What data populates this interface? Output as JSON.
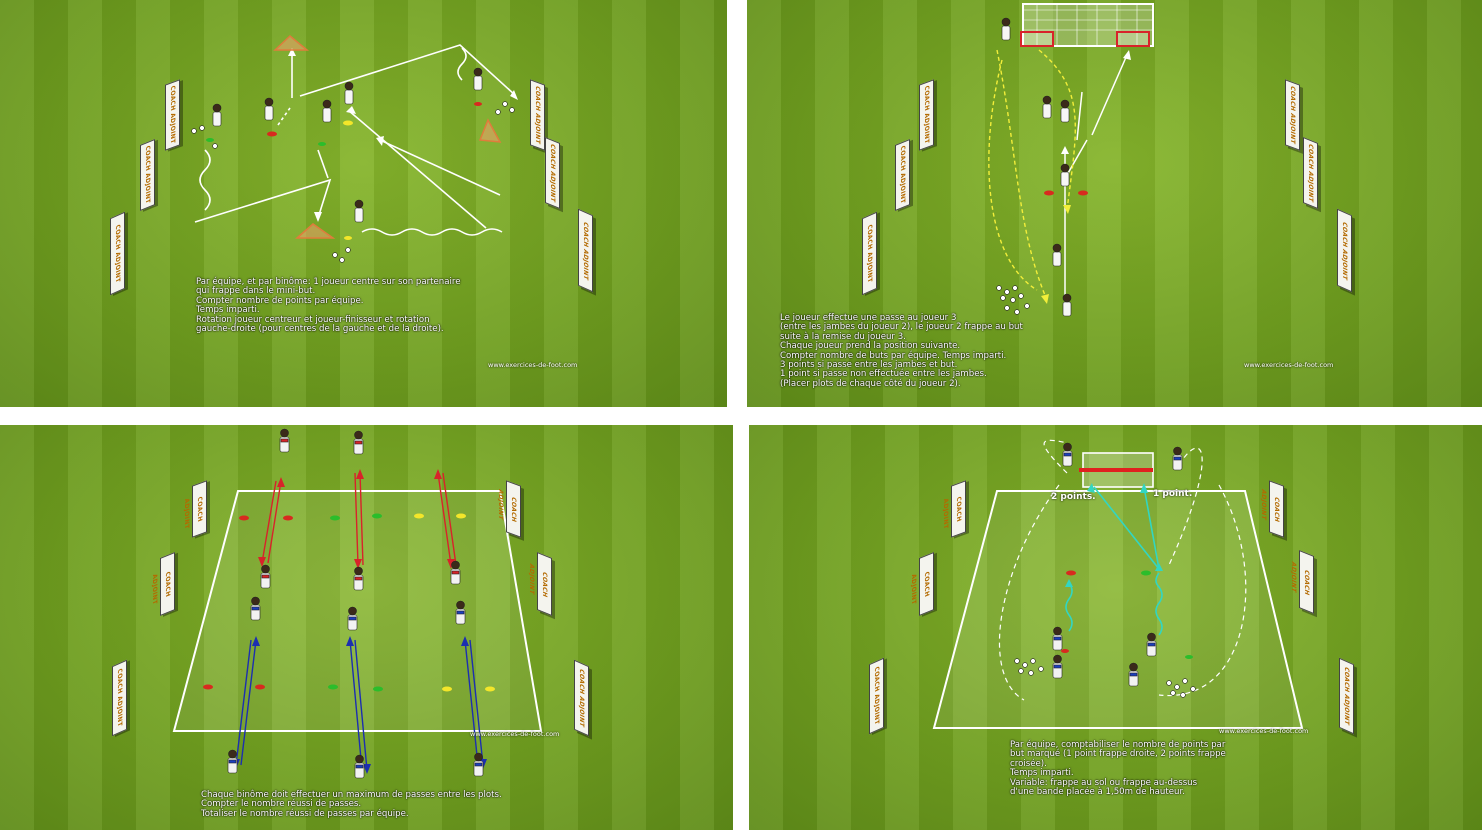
{
  "banner_text": "COACH ADJOINT",
  "credit": "www.exercices-de-foot.com",
  "panels": [
    {
      "description": [
        "Par équipe, et par binôme: 1 joueur centre sur son partenaire",
        "qui frappe dans le mini-but.",
        "Compter nombre de points par équipe.",
        "Temps imparti.",
        "Rotation joueur centreur et joueur-finisseur et rotation",
        "gauche-droite (pour centres de la gauche et de la droite)."
      ]
    },
    {
      "description": [
        "Le joueur effectue une passe au joueur 3",
        "(entre les jambes du joueur 2), le joueur 2 frappe au but",
        "suite à la remise du joueur 3.",
        "Chaque joueur prend la position suivante.",
        "Compter nombre de buts par équipe. Temps imparti.",
        "3 points si passe entre les jambes et but.",
        "1 point si passe non effectuée entre les jambes.",
        "(Placer plots de chaque côté du joueur 2)."
      ]
    },
    {
      "description": [
        "Chaque binôme doit effectuer un maximum de passes entre les plots.",
        "Compter le nombre réussi de passes.",
        "Totaliser le nombre réussi de passes par équipe."
      ]
    },
    {
      "labels": {
        "left": "2 points.",
        "right": "1 point."
      },
      "description": [
        "Par équipe, comptabiliser le nombre de points par",
        "but marqué (1 point frappe droite, 2 points frappe",
        "croisée).",
        "Temps imparti.",
        "Variable: frappe au sol ou frappe au-dessus",
        "d'une bande placée à 1,50m de hauteur."
      ]
    }
  ],
  "colors": {
    "grass": "#76a724",
    "white_line": "#ffffff",
    "pass_arrow": "#ffffff",
    "run_arrow_yellow": "#f2ee3a",
    "team_red": "#d8232a",
    "team_blue": "#1c3fbf",
    "shot_cyan": "#32d6c2",
    "banner_accent": "#b36a00"
  }
}
